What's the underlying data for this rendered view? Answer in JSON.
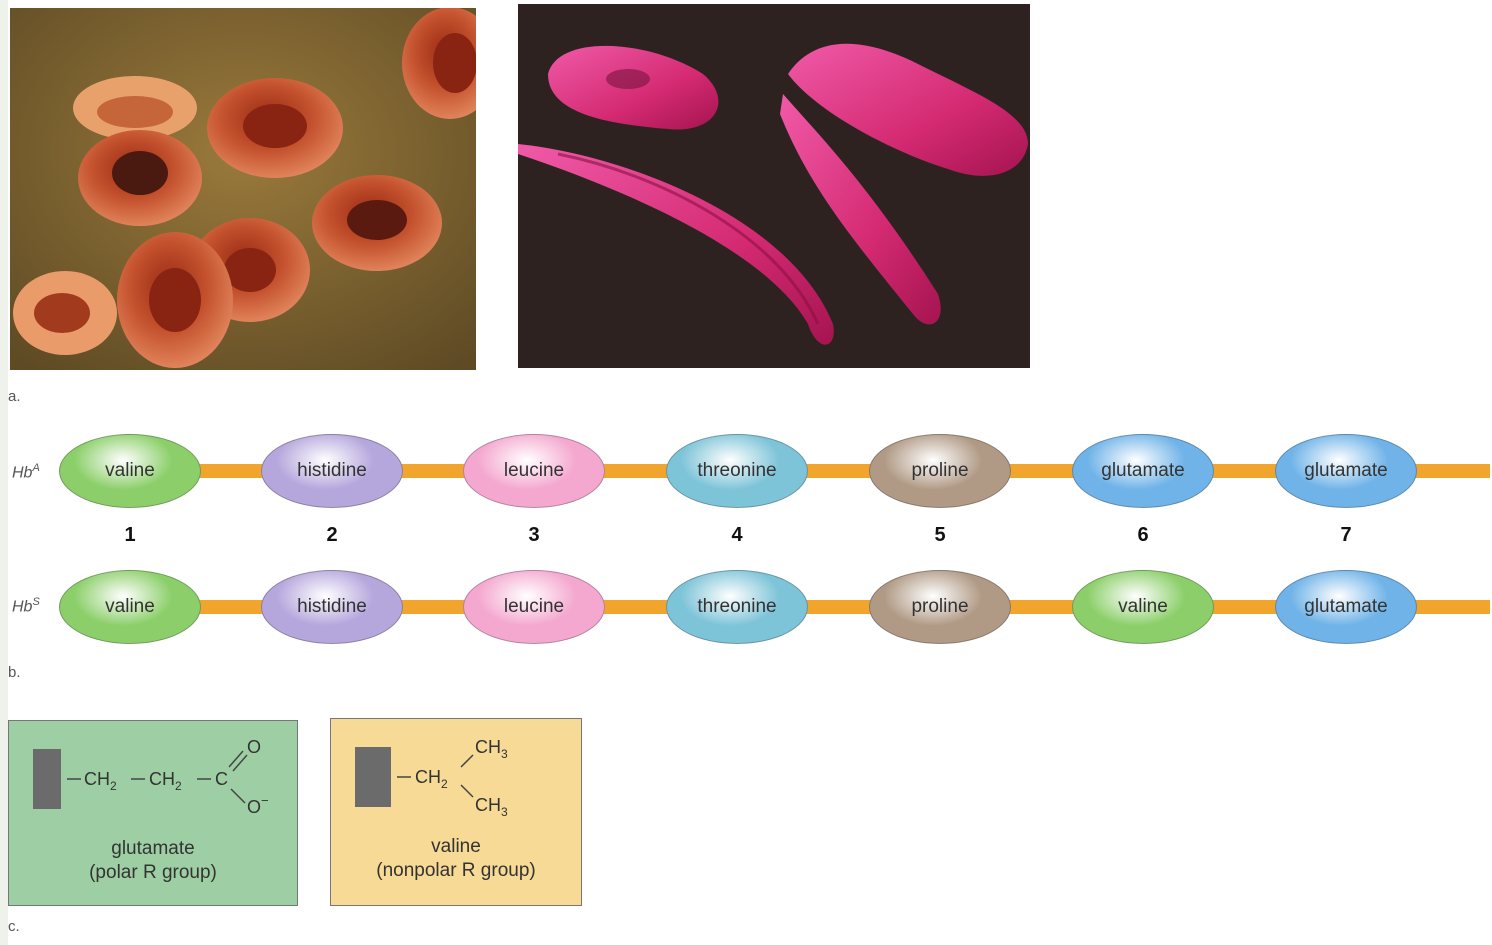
{
  "panel_labels": {
    "a": "a.",
    "b": "b.",
    "c": "c."
  },
  "chains": [
    {
      "label_base": "Hb",
      "label_sup": "A",
      "residues": [
        "valine",
        "histidine",
        "leucine",
        "threonine",
        "proline",
        "glutamate",
        "glutamate"
      ]
    },
    {
      "label_base": "Hb",
      "label_sup": "S",
      "residues": [
        "valine",
        "histidine",
        "leucine",
        "threonine",
        "proline",
        "valine",
        "glutamate"
      ]
    }
  ],
  "positions": [
    "1",
    "2",
    "3",
    "4",
    "5",
    "6",
    "7"
  ],
  "residue_colors": {
    "valine": "#8ccf6a",
    "histidine": "#b5a6dc",
    "leucine": "#f4a8cf",
    "threonine": "#7ec4d8",
    "proline": "#b09a85",
    "glutamate": "#6fb3e8"
  },
  "bond_color": "#f2a52c",
  "structures": {
    "glutamate": {
      "chain_text": {
        "ch2a": "CH",
        "ch2b": "CH",
        "sub": "2",
        "c": "C",
        "o_top": "O",
        "o_bottom": "O",
        "charge": "−"
      },
      "name": "glutamate",
      "group": "(polar R group)",
      "color": "#9ecfa4"
    },
    "valine": {
      "chain_text": {
        "ch2": "CH",
        "sub2": "2",
        "ch3": "CH",
        "sub3": "3"
      },
      "name": "valine",
      "group": "(nonpolar R group)",
      "color": "#f6da95"
    }
  }
}
